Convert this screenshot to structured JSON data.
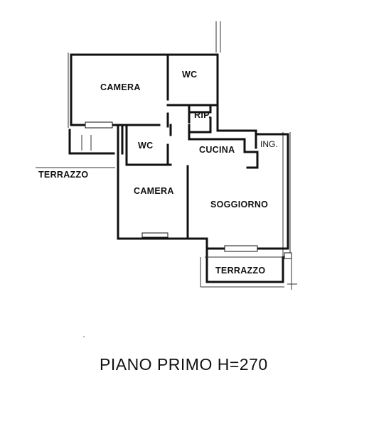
{
  "rooms": {
    "camera_top": "CAMERA",
    "wc_top": "WC",
    "rip": "RIP.",
    "wc_left": "WC",
    "cucina": "CUCINA",
    "ing": "ING.",
    "camera_bottom": "CAMERA",
    "soggiorno": "SOGGIORNO",
    "terrazzo_left": "TERRAZZO",
    "terrazzo_bottom": "TERRAZZO"
  },
  "caption": "PIANO PRIMO H=270"
}
